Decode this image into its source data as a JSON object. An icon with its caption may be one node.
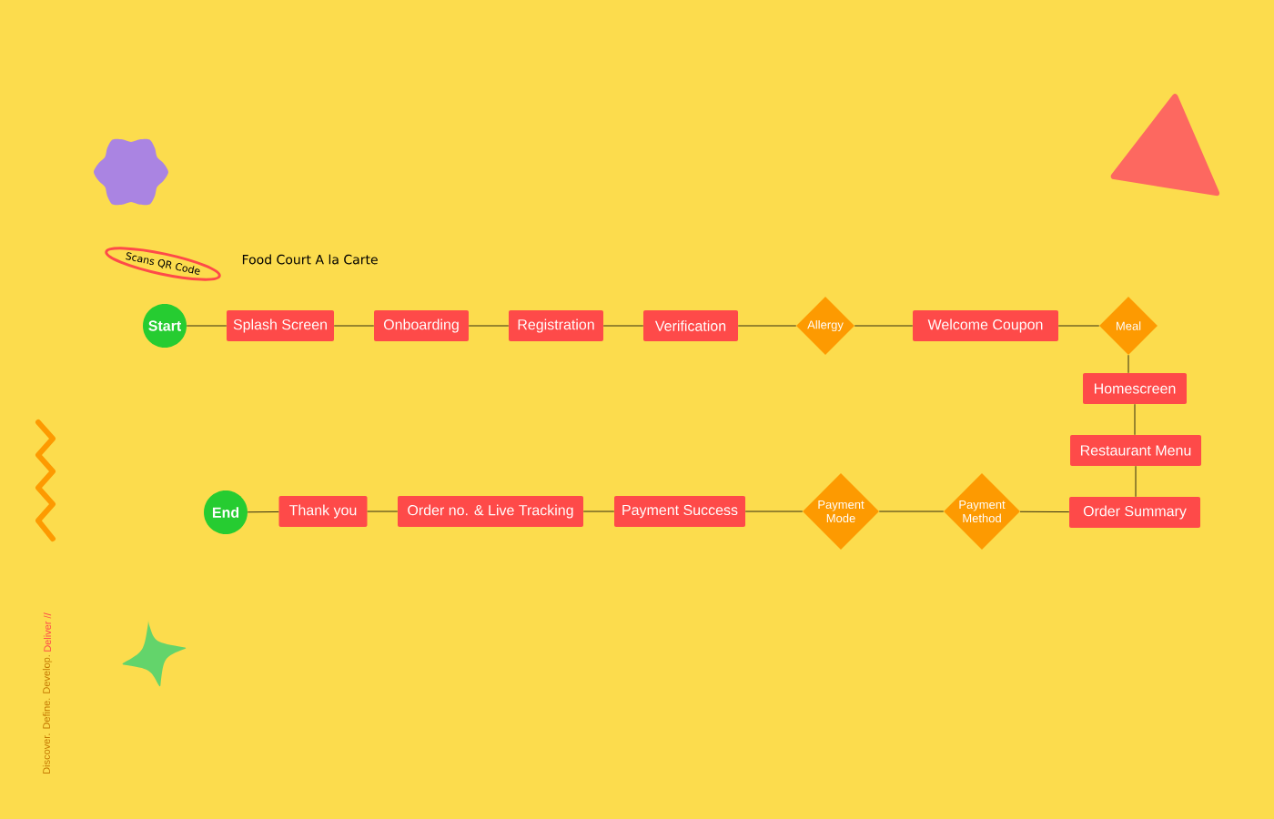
{
  "diagram": {
    "title": "Food Court A la Carte",
    "nodes": [
      {
        "text": [
          "Start"
        ]
      },
      {
        "text": [
          "Splash Screen"
        ]
      },
      {
        "text": [
          "Onboarding"
        ]
      },
      {
        "text": [
          "Registration"
        ]
      },
      {
        "text": [
          "Verification"
        ]
      },
      {
        "text": [
          "Allergy"
        ]
      },
      {
        "text": [
          "Welcome Coupon"
        ]
      },
      {
        "text": [
          "Meal"
        ]
      },
      {
        "text": [
          "Homescreen"
        ]
      },
      {
        "text": [
          "Restaurant Menu"
        ]
      },
      {
        "text": [
          "Order Summary"
        ]
      },
      {
        "text": [
          "Payment Method"
        ]
      },
      {
        "text": [
          "Payment Mode"
        ]
      },
      {
        "text": [
          "Payment Success"
        ]
      },
      {
        "text": [
          "Order no. & Live Tracking"
        ]
      },
      {
        "text": [
          "Thank you"
        ]
      },
      {
        "text": [
          "End"
        ]
      },
      {
        "text": [
          "Scans QR Code"
        ]
      },
      {
        "text": [],
        "shape": "flower"
      },
      {
        "text": [],
        "shape": "triangle"
      },
      {
        "text": [],
        "shape": "star"
      }
    ],
    "edges": [
      {
        "from": 0,
        "to": 1,
        "arrow": "none"
      },
      {
        "from": 1,
        "to": 2,
        "arrow": "none"
      },
      {
        "from": 2,
        "to": 3,
        "arrow": "none"
      },
      {
        "from": 3,
        "to": 4,
        "arrow": "none"
      },
      {
        "from": 4,
        "to": 5,
        "arrow": "none"
      },
      {
        "from": 5,
        "to": 6,
        "arrow": "none"
      },
      {
        "from": 6,
        "to": 7,
        "arrow": "none"
      },
      {
        "from": 7,
        "to": 8,
        "arrow": "none"
      },
      {
        "from": 8,
        "to": 9,
        "arrow": "none"
      },
      {
        "from": 9,
        "to": 10,
        "arrow": "none"
      },
      {
        "from": 10,
        "to": 11,
        "arrow": "none"
      },
      {
        "from": 11,
        "to": 12,
        "arrow": "none"
      },
      {
        "from": 12,
        "to": 13,
        "arrow": "none"
      },
      {
        "from": 13,
        "to": 14,
        "arrow": "none"
      },
      {
        "from": 14,
        "to": 15,
        "arrow": "none"
      },
      {
        "from": 15,
        "to": 16,
        "arrow": "none"
      }
    ],
    "labels": [
      "Discover. Define. Develop.",
      "Deliver //"
    ]
  }
}
